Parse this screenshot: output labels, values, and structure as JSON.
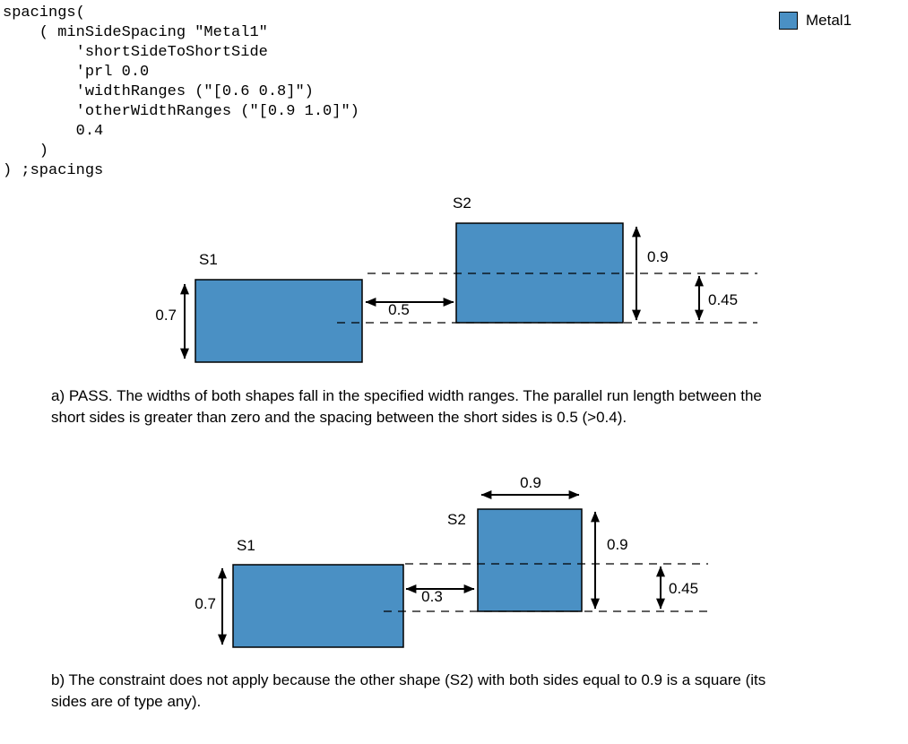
{
  "code": {
    "text": "spacings(\n    ( minSideSpacing \"Metal1\"\n        'shortSideToShortSide\n        'prl 0.0\n        'widthRanges (\"[0.6 0.8]\")\n        'otherWidthRanges (\"[0.9 1.0]\")\n        0.4\n    )\n) ;spacings"
  },
  "legend": {
    "label": "Metal1",
    "swatch_color": "#4A90C4"
  },
  "diagram_a": {
    "s1_label": "S1",
    "s2_label": "S2",
    "s1_height": "0.7",
    "s2_height": "0.9",
    "short_side_spacing": "0.5",
    "overlap": "0.45",
    "caption": "a) PASS. The widths of both shapes fall in the specified width ranges. The parallel run length between the short sides is greater than zero and the spacing between the short sides is 0.5 (>0.4)."
  },
  "diagram_b": {
    "s1_label": "S1",
    "s2_label": "S2",
    "s1_height": "0.7",
    "s2_width": "0.9",
    "s2_height": "0.9",
    "short_side_spacing": "0.3",
    "overlap": "0.45",
    "caption": "b) The constraint does not apply because the other shape (S2) with both sides equal to 0.9 is a square (its sides are of type any)."
  }
}
